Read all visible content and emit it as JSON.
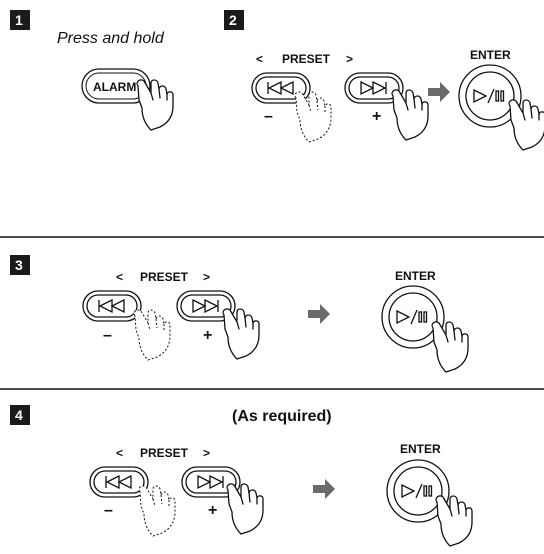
{
  "steps": [
    {
      "number": "1",
      "instruction": "Press and hold",
      "button_label": "ALARM"
    },
    {
      "number": "2",
      "preset_label": "PRESET",
      "left_chevron": "<",
      "right_chevron": ">",
      "minus": "–",
      "plus": "+",
      "enter_label": "ENTER"
    },
    {
      "number": "3",
      "preset_label": "PRESET",
      "left_chevron": "<",
      "right_chevron": ">",
      "minus": "–",
      "plus": "+",
      "enter_label": "ENTER"
    },
    {
      "number": "4",
      "note": "(As required)",
      "preset_label": "PRESET",
      "left_chevron": "<",
      "right_chevron": ">",
      "minus": "–",
      "plus": "+",
      "enter_label": "ENTER"
    }
  ],
  "icons": {
    "prev": "skip-back-icon",
    "next": "skip-forward-icon",
    "play_pause": "play-pause-icon",
    "hand": "pressing-hand-icon",
    "arrow": "right-arrow-icon"
  },
  "colors": {
    "ink": "#111111",
    "badge": "#1a1a1a",
    "arrow": "#6b6b6b",
    "background": "#ffffff"
  }
}
